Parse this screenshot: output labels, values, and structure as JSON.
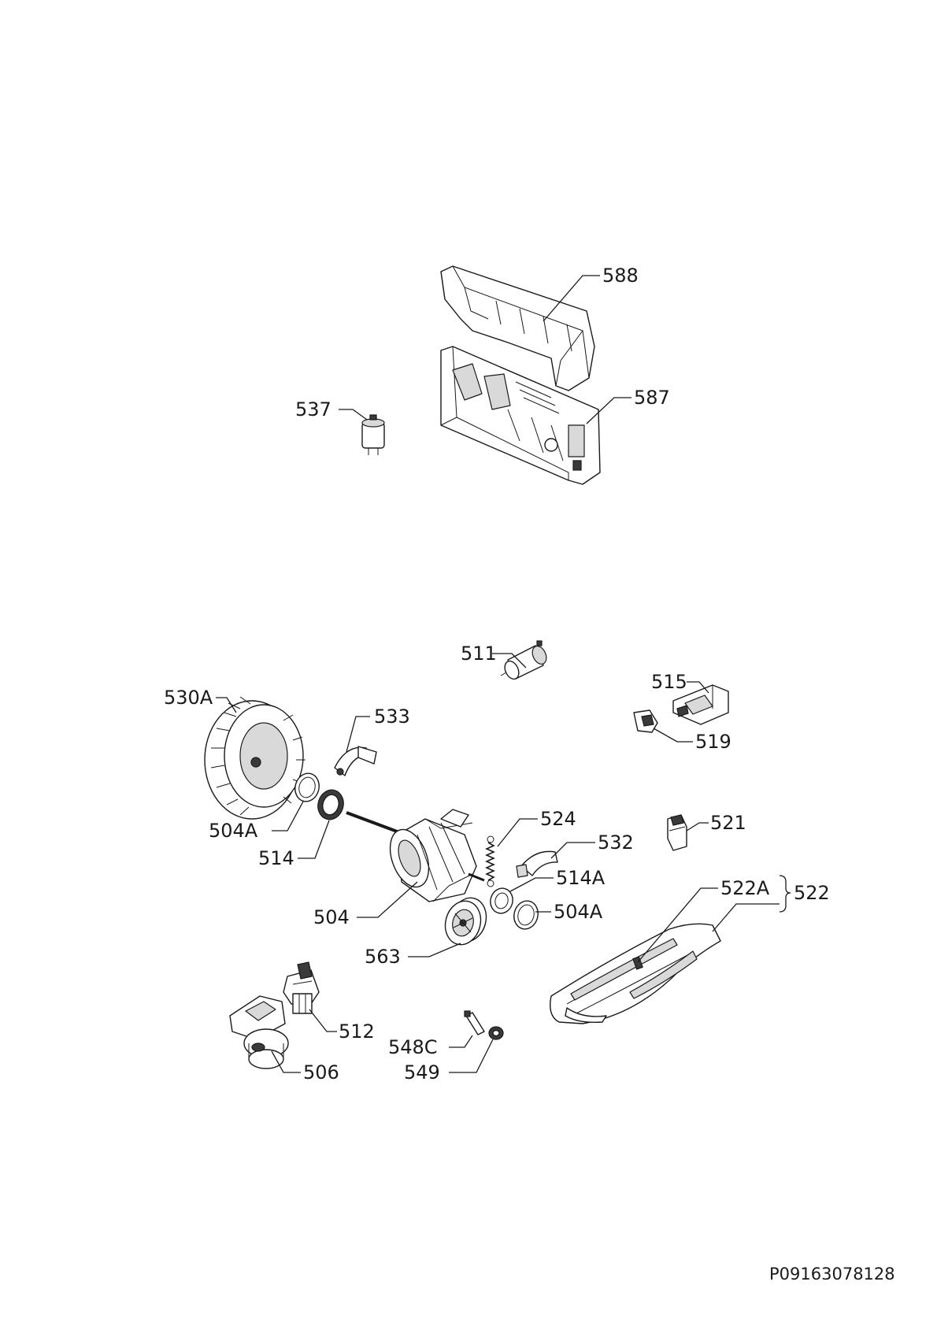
{
  "labels": {
    "p588": "588",
    "p587": "587",
    "p537": "537",
    "p511": "511",
    "p515": "515",
    "p519": "519",
    "p530A": "530A",
    "p533": "533",
    "p504A_left": "504A",
    "p514": "514",
    "p524": "524",
    "p532": "532",
    "p521": "521",
    "p514A": "514A",
    "p504A_right": "504A",
    "p522A": "522A",
    "p522": "522",
    "p504": "504",
    "p563": "563",
    "p512": "512",
    "p506": "506",
    "p548C": "548C",
    "p549": "549"
  },
  "reference_code": "P09163078128"
}
